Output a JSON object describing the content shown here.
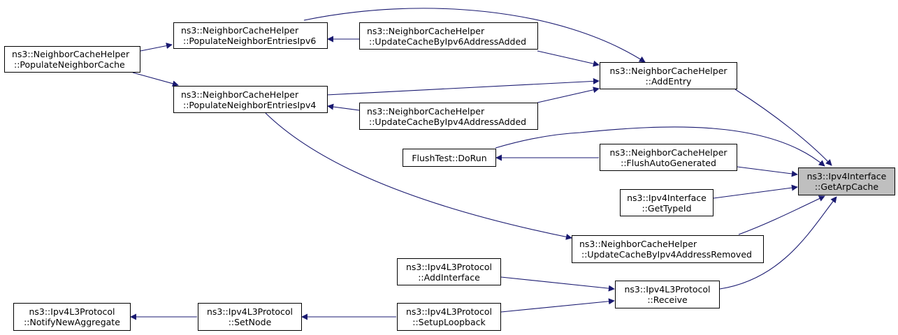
{
  "colors": {
    "edge": "#191970",
    "focus_fill": "#bfbfbf",
    "node_border": "#000000"
  },
  "nodes": {
    "populate_neighbor_cache": {
      "line1": "ns3::NeighborCacheHelper",
      "line2": "::PopulateNeighborCache"
    },
    "populate_ipv6": {
      "line1": "ns3::NeighborCacheHelper",
      "line2": "::PopulateNeighborEntriesIpv6"
    },
    "populate_ipv4": {
      "line1": "ns3::NeighborCacheHelper",
      "line2": "::PopulateNeighborEntriesIpv4"
    },
    "update_ipv6_added": {
      "line1": "ns3::NeighborCacheHelper",
      "line2": "::UpdateCacheByIpv6AddressAdded"
    },
    "update_ipv4_added": {
      "line1": "ns3::NeighborCacheHelper",
      "line2": "::UpdateCacheByIpv4AddressAdded"
    },
    "add_entry": {
      "line1": "ns3::NeighborCacheHelper",
      "line2": "::AddEntry"
    },
    "flush_test": {
      "line1": "FlushTest::DoRun"
    },
    "flush_auto": {
      "line1": "ns3::NeighborCacheHelper",
      "line2": "::FlushAutoGenerated"
    },
    "get_type_id": {
      "line1": "ns3::Ipv4Interface",
      "line2": "::GetTypeId"
    },
    "update_ipv4_removed": {
      "line1": "ns3::NeighborCacheHelper",
      "line2": "::UpdateCacheByIpv4AddressRemoved"
    },
    "get_arp_cache": {
      "line1": "ns3::Ipv4Interface",
      "line2": "::GetArpCache"
    },
    "add_interface": {
      "line1": "ns3::Ipv4L3Protocol",
      "line2": "::AddInterface"
    },
    "receive": {
      "line1": "ns3::Ipv4L3Protocol",
      "line2": "::Receive"
    },
    "notify_new_aggregate": {
      "line1": "ns3::Ipv4L3Protocol",
      "line2": "::NotifyNewAggregate"
    },
    "set_node": {
      "line1": "ns3::Ipv4L3Protocol",
      "line2": "::SetNode"
    },
    "setup_loopback": {
      "line1": "ns3::Ipv4L3Protocol",
      "line2": "::SetupLoopback"
    }
  }
}
